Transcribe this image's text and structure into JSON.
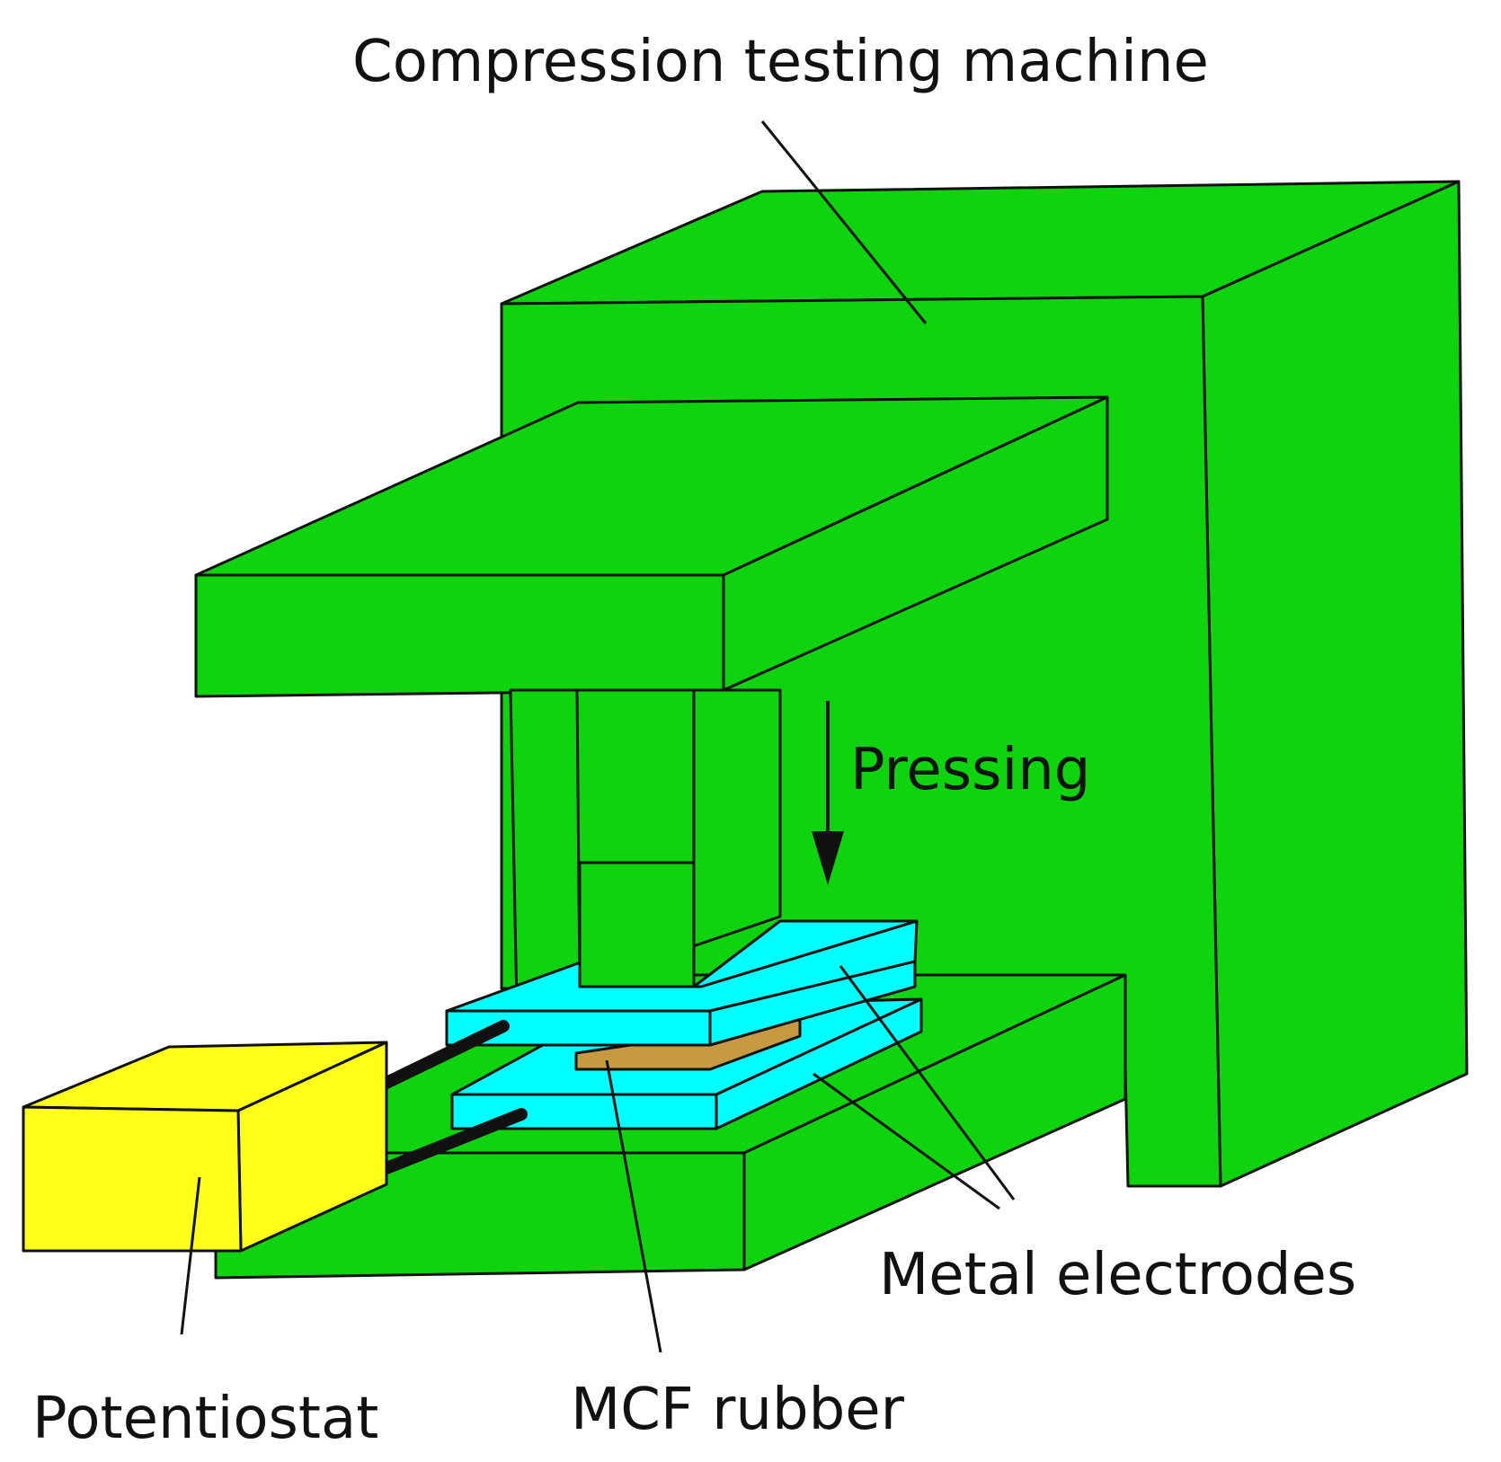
{
  "labels": {
    "machine": "Compression testing machine",
    "pressing": "Pressing",
    "electrodes": "Metal electrodes",
    "potentiostat": "Potentiostat",
    "rubber": "MCF rubber"
  },
  "colors": {
    "machine_green": "#0ed40e",
    "electrode_cyan": "#00ffff",
    "rubber_tan": "#c69a40",
    "potentiostat_yellow": "#ffff1a",
    "outline": "#111111"
  }
}
